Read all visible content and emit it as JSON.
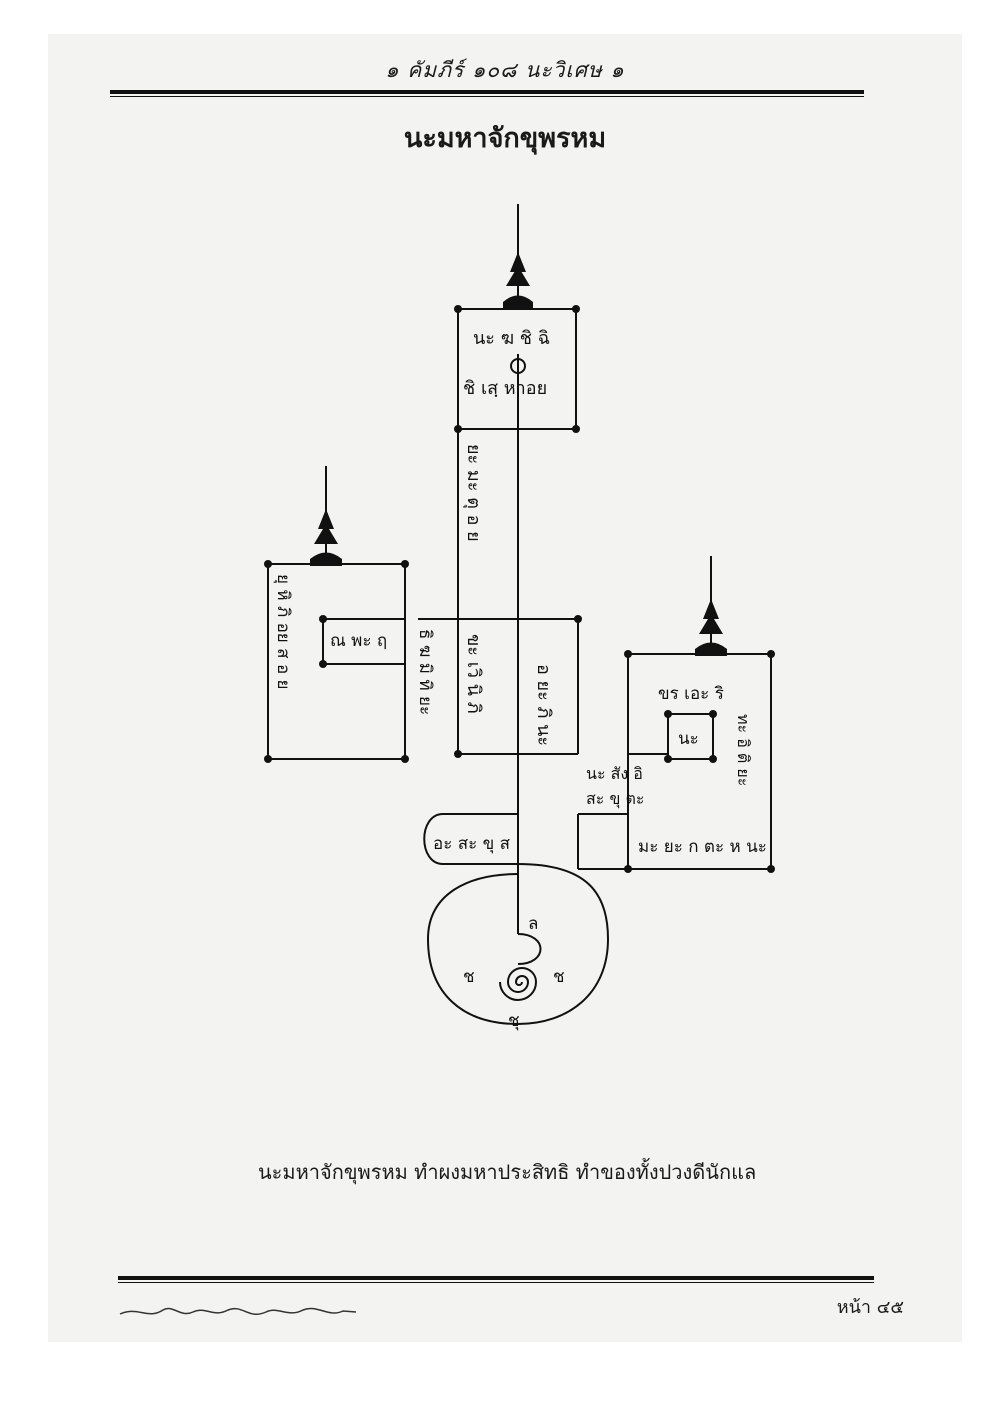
{
  "header": {
    "title": "๑ คัมภีร์ ๑๐๘ นะวิเศษ ๑"
  },
  "page_title": "นะมหาจักขุพรหม",
  "yantra": {
    "top_box": {
      "row1": "นะ ฆ ชิ ฉิ",
      "row2": "ชิ เสฺ หาอย"
    },
    "stem_left": "ยะ มะ ตุ อ ย",
    "stem_right_a": "ขะ เวิ นิ ภิ",
    "stem_right_b": "อ ยะ ภิ นะ",
    "left_box": {
      "col": "ยุ หิ ภิ อย ส อ ย",
      "inner": "ณ พะ ฤ",
      "right_col": "ธิ ฆ มิ ทิ ยะ"
    },
    "right_box": {
      "top": "ขร เอะ ริ",
      "inner": "นะ",
      "mid1": "นะ สัง อิ",
      "mid2": "สะ ขุ ตะ",
      "side": "ทะ อิ ติ ยะ",
      "bottom": "มะ ยะ ก ตะ ห นะ"
    },
    "scroll": {
      "text": "อะ สะ ขุ ส"
    },
    "spiral": {
      "top": "ล",
      "left": "ช",
      "right": "ช",
      "bottom": "ชุ"
    }
  },
  "caption": "นะมหาจักขุพรหม ทำผงมหาประสิทธิ ทำของทั้งปวงดีนักแล",
  "footer": {
    "page_number": "หน้า ๔๕"
  }
}
